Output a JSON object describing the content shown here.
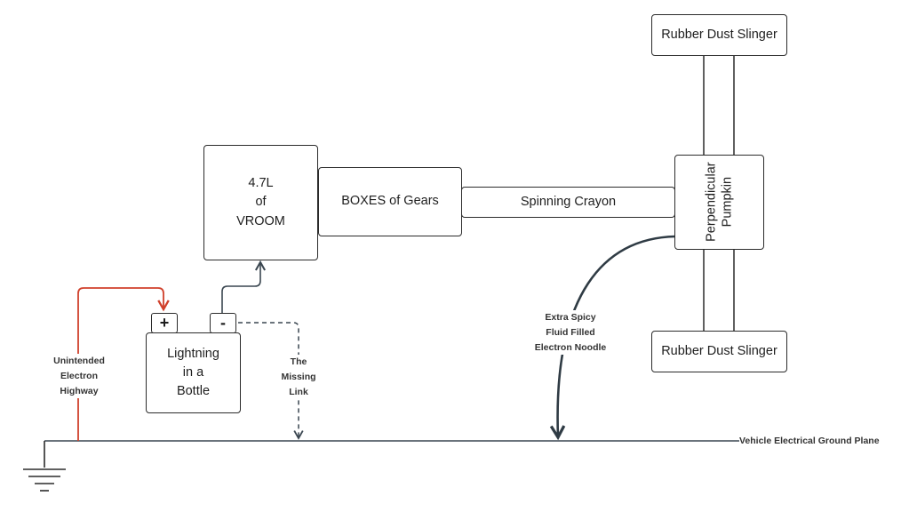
{
  "nodes": {
    "engine": "4.7L\nof\nVROOM",
    "gearbox": "BOXES of Gears",
    "driveshaft": "Spinning Crayon",
    "differential": "Perpendicular\nPumpkin",
    "tire_top": "Rubber Dust Slinger",
    "tire_bottom": "Rubber Dust Slinger",
    "battery": "Lightning\nin a\nBottle",
    "battery_pos": "+",
    "battery_neg": "-"
  },
  "labels": {
    "red_wire": "Unintended\nElectron\nHighway",
    "missing_link": "The\nMissing\nLink",
    "fluid_line": "Extra Spicy\nFluid Filled\nElectron Noodle",
    "ground_plane": "Vehicle Electrical Ground Plane"
  },
  "colors": {
    "outline": "#2b2b2b",
    "red_wire": "#d0402b",
    "dark_wire": "#3a4650"
  }
}
